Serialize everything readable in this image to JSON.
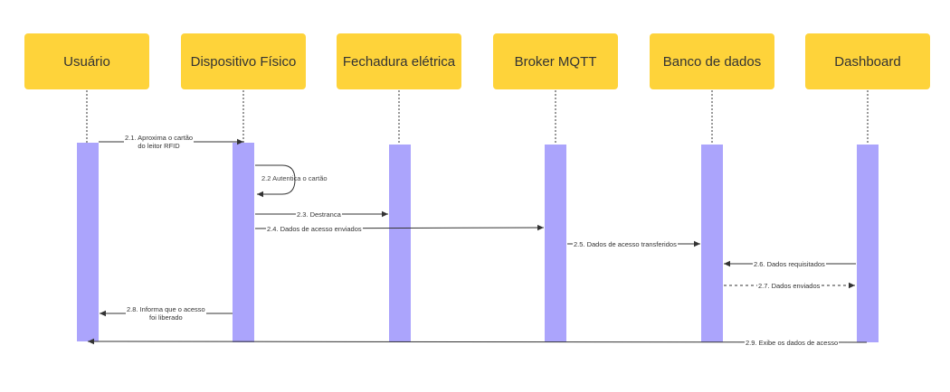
{
  "colors": {
    "actor_fill": "#fed33a",
    "activation_fill": "#aba4fc",
    "line": "#333333",
    "background": "#ffffff"
  },
  "actors": [
    {
      "id": "usuario",
      "label": "Usuário"
    },
    {
      "id": "dispositivo",
      "label": "Dispositivo Físico"
    },
    {
      "id": "fechadura",
      "label": "Fechadura elétrica"
    },
    {
      "id": "broker",
      "label": "Broker MQTT"
    },
    {
      "id": "banco",
      "label": "Banco de dados"
    },
    {
      "id": "dashboard",
      "label": "Dashboard"
    }
  ],
  "messages": [
    {
      "line1": "2.1. Aproxima o cartão",
      "line2": "do leitor RFID",
      "from": "usuario",
      "to": "dispositivo",
      "style": "solid"
    },
    {
      "line1": "2.2 Autentica o cartão",
      "from": "dispositivo",
      "to": "dispositivo",
      "style": "self"
    },
    {
      "line1": "2.3. Destranca",
      "from": "dispositivo",
      "to": "fechadura",
      "style": "solid"
    },
    {
      "line1": "2.4. Dados de acesso enviados",
      "from": "dispositivo",
      "to": "broker",
      "style": "solid"
    },
    {
      "line1": "2.5. Dados de acesso transferidos",
      "from": "broker",
      "to": "banco",
      "style": "solid"
    },
    {
      "line1": "2.6. Dados requisitados",
      "from": "dashboard",
      "to": "banco",
      "style": "solid"
    },
    {
      "line1": "2.7. Dados enviados",
      "from": "banco",
      "to": "dashboard",
      "style": "dashed"
    },
    {
      "line1": "2.8. Informa que o acesso",
      "line2": "foi liberado",
      "from": "dispositivo",
      "to": "usuario",
      "style": "solid"
    },
    {
      "line1": "2.9. Exibe os dados de acesso",
      "from": "dashboard",
      "to": "usuario",
      "style": "solid"
    }
  ]
}
